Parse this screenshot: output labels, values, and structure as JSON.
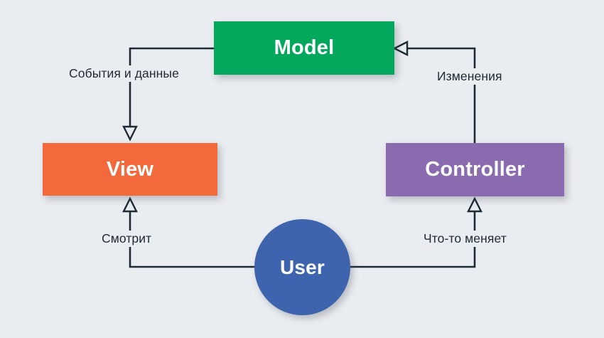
{
  "diagram": {
    "title": "MVC pattern interaction diagram",
    "background_color": "#e9ecf0",
    "nodes": [
      {
        "id": "model",
        "label": "Model",
        "shape": "rectangle",
        "color": "#03a85c",
        "text_color": "#ffffff"
      },
      {
        "id": "view",
        "label": "View",
        "shape": "rectangle",
        "color": "#f4693c",
        "text_color": "#ffffff"
      },
      {
        "id": "controller",
        "label": "Controller",
        "shape": "rectangle",
        "color": "#8a6bb0",
        "text_color": "#ffffff"
      },
      {
        "id": "user",
        "label": "User",
        "shape": "circle",
        "color": "#3d64ac",
        "text_color": "#ffffff"
      }
    ],
    "edges": [
      {
        "id": "model-to-view",
        "from": "model",
        "to": "view",
        "label": "События и данные",
        "arrowhead": "open-triangle",
        "line_color": "#1d2b36"
      },
      {
        "id": "controller-to-model",
        "from": "controller",
        "to": "model",
        "label": "Изменения",
        "arrowhead": "open-triangle",
        "line_color": "#1d2b36"
      },
      {
        "id": "user-to-view",
        "from": "user",
        "to": "view",
        "label": "Смотрит",
        "arrowhead": "open-triangle",
        "line_color": "#1d2b36"
      },
      {
        "id": "user-to-controller",
        "from": "user",
        "to": "controller",
        "label": "Что-то меняет",
        "arrowhead": "open-triangle",
        "line_color": "#1d2b36"
      }
    ]
  }
}
